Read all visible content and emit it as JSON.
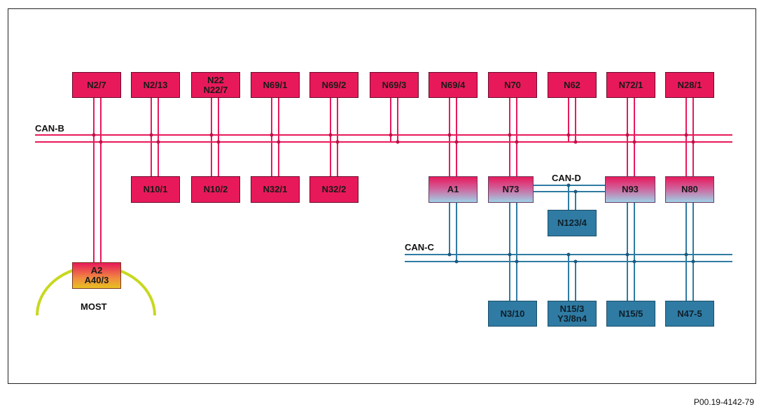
{
  "buses": {
    "can_b": "CAN-B",
    "can_c": "CAN-C",
    "can_d": "CAN-D",
    "most": "MOST"
  },
  "nodes": {
    "n2_7": [
      "N2/7"
    ],
    "n2_13": [
      "N2/13"
    ],
    "n22": [
      "N22",
      "N22/7"
    ],
    "n69_1": [
      "N69/1"
    ],
    "n69_2": [
      "N69/2"
    ],
    "n69_3": [
      "N69/3"
    ],
    "n69_4": [
      "N69/4"
    ],
    "n70": [
      "N70"
    ],
    "n62": [
      "N62"
    ],
    "n72_1": [
      "N72/1"
    ],
    "n28_1": [
      "N28/1"
    ],
    "n10_1": [
      "N10/1"
    ],
    "n10_2": [
      "N10/2"
    ],
    "n32_1": [
      "N32/1"
    ],
    "n32_2": [
      "N32/2"
    ],
    "a1": [
      "A1"
    ],
    "n73": [
      "N73"
    ],
    "n93": [
      "N93"
    ],
    "n80": [
      "N80"
    ],
    "n123_4": [
      "N123/4"
    ],
    "a2": [
      "A2",
      "A40/3"
    ],
    "n3_10": [
      "N3/10"
    ],
    "n15_3": [
      "N15/3",
      "Y3/8n4"
    ],
    "n15_5": [
      "N15/5"
    ],
    "n47_5": [
      "N47-5"
    ]
  },
  "colors": {
    "can_b_line": "#e8195a",
    "can_c_line": "#2f7ba3",
    "most_ring": "#c8d820",
    "node_pink": "#e8195a",
    "node_blue": "#2f7ba3"
  },
  "footer": "P00.19-4142-79"
}
